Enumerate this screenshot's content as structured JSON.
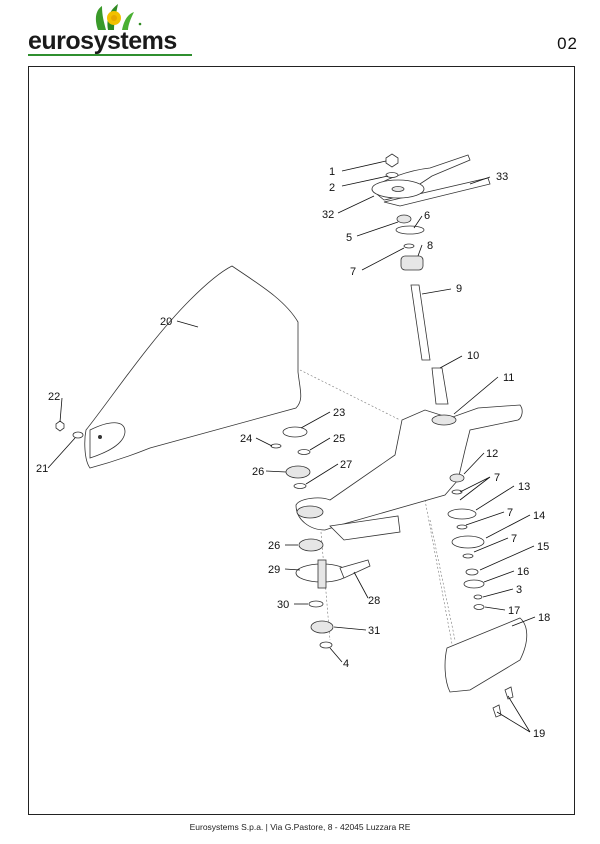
{
  "header": {
    "brand": "eurosystems",
    "page_number": "02"
  },
  "footer": {
    "address": "Eurosystems S.p.a.  | Via G.Pastore, 8 - 42045 Luzzara RE"
  },
  "diagram": {
    "labels": [
      "1",
      "2",
      "33",
      "32",
      "5",
      "6",
      "7",
      "8",
      "9",
      "10",
      "11",
      "20",
      "22",
      "21",
      "23",
      "24",
      "25",
      "26",
      "27",
      "12",
      "7",
      "13",
      "7",
      "14",
      "7",
      "15",
      "16",
      "3",
      "17",
      "18",
      "26",
      "29",
      "28",
      "30",
      "31",
      "4",
      "19"
    ]
  }
}
